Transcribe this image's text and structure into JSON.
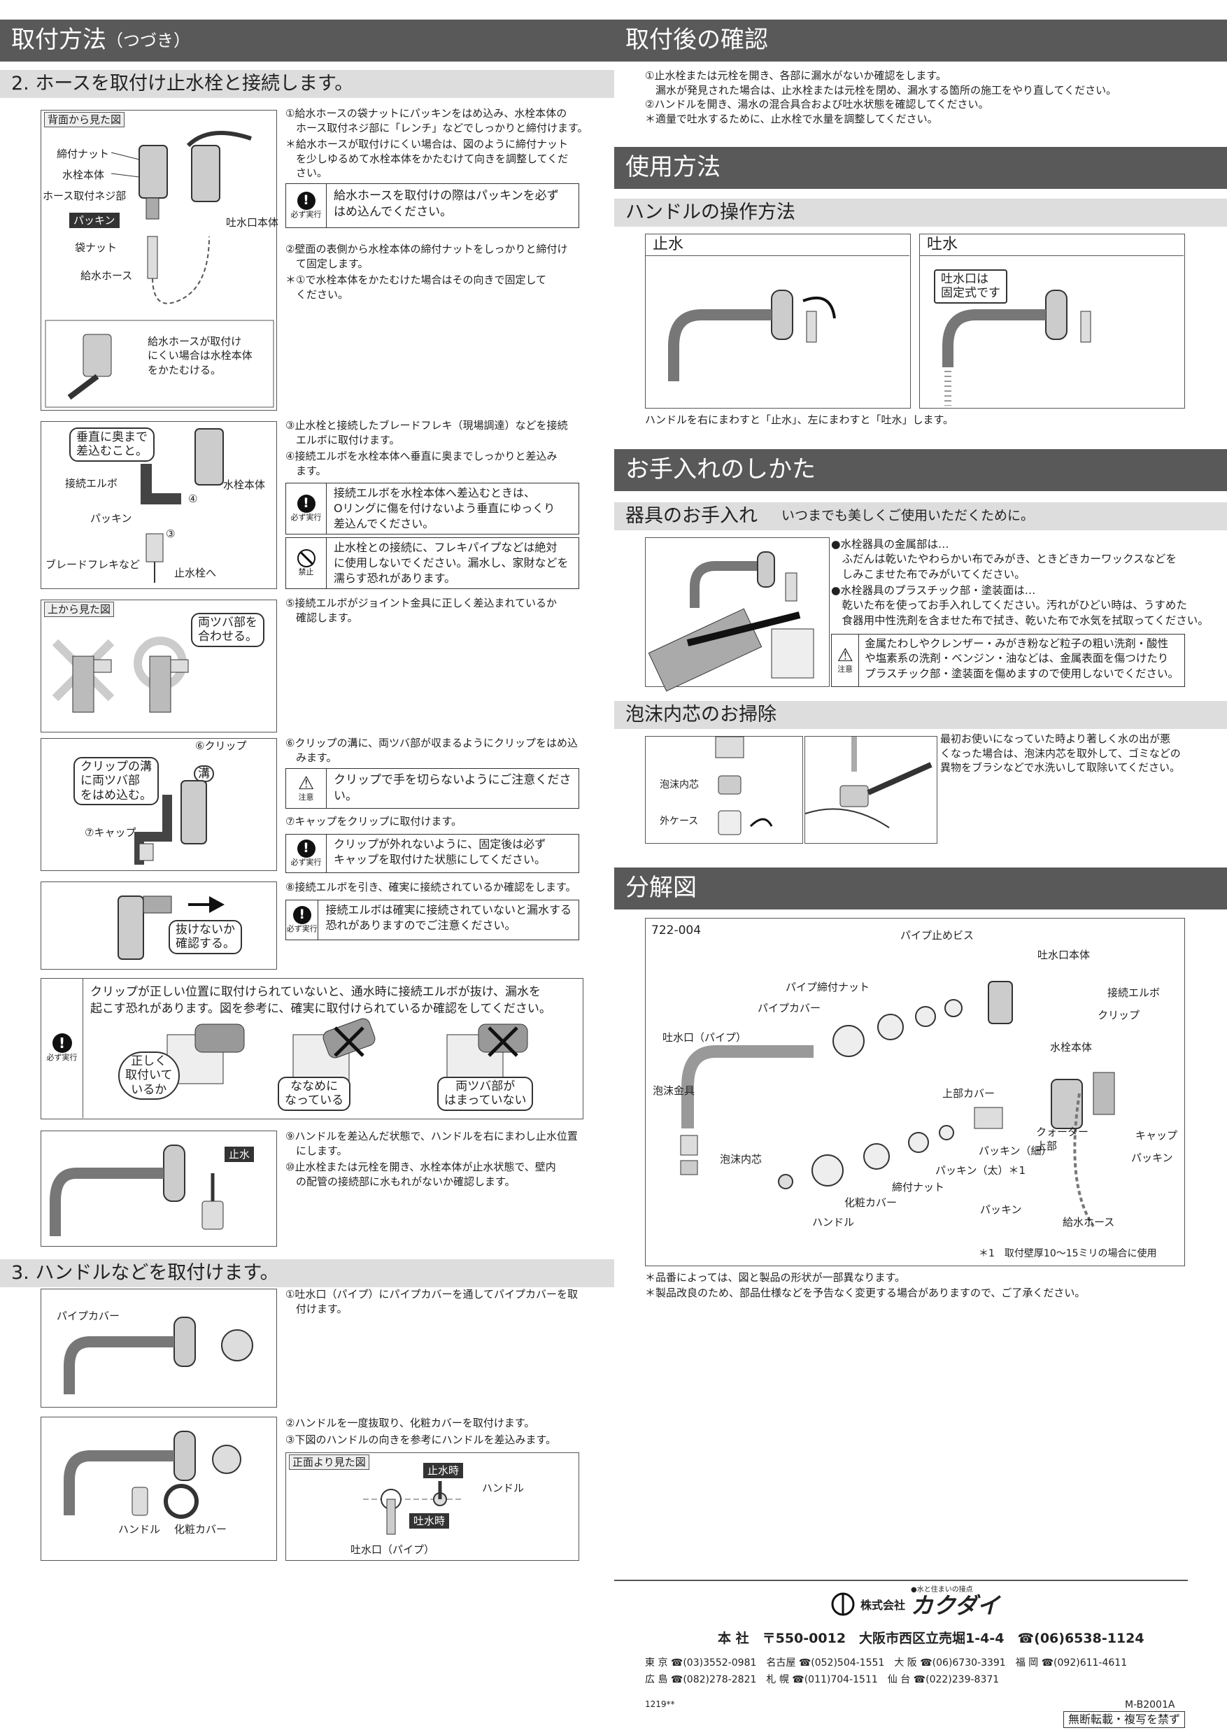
{
  "left": {
    "header_main": "取付方法",
    "header_sub": "（つづき）",
    "s2_title": "2. ホースを取付け止水栓と接続します。",
    "p1": {
      "head": "背面から見た図",
      "labels": [
        "締付ナット",
        "水栓本体",
        "ホース取付ネジ部",
        "袋ナット",
        "給水ホース",
        "吐水口本体"
      ],
      "tag": "パッキン",
      "inset": "給水ホースが取付け\nにくい場合は水栓本体\nをかたむける。",
      "t1": "①給水ホースの袋ナットにパッキンをはめ込み、水栓本体の\n　ホース取付ネジ部に「レンチ」などでしっかりと締付けます。",
      "t2": "＊給水ホースが取付けにくい場合は、図のように締付ナット\n　を少しゆるめて水栓本体をかたむけて向きを調整してくだ\n　さい。",
      "n1_icon": "必ず実行",
      "n1": "給水ホースを取付けの際はパッキンを必ず\nはめ込んでください。",
      "t3": "②壁面の表側から水栓本体の締付ナットをしっかりと締付け\n　て固定します。",
      "t4": "＊①で水栓本体をかたむけた場合はその向きで固定して\n　ください。"
    },
    "p2": {
      "bubble": "垂直に奥まで\n差込むこと。",
      "labels": [
        "接続エルボ",
        "水栓本体",
        "パッキン",
        "ブレードフレキなど",
        "止水栓へ",
        "③",
        "④"
      ],
      "t1": "③止水栓と接続したブレードフレキ（現場調達）などを接続\n　エルボに取付けます。",
      "t2": "④接続エルボを水栓本体へ垂直に奥までしっかりと差込み\n　ます。",
      "n1_icon": "必ず実行",
      "n1": "接続エルボを水栓本体へ差込むときは、\nOリングに傷を付けないよう垂直にゆっくり\n差込んでください。",
      "n2_icon": "禁止",
      "n2": "止水栓との接続に、フレキパイプなどは絶対\nに使用しないでください。漏水し、家財などを\n濡らす恐れがあります。"
    },
    "p3": {
      "head": "上から見た図",
      "bubble": "両ツバ部を\n合わせる。",
      "t1": "⑤接続エルボがジョイント金具に正しく差込まれているか\n　確認します。"
    },
    "p4": {
      "labels": [
        "⑥クリップ",
        "溝",
        "⑦キャップ"
      ],
      "bubble": "クリップの溝\nに両ツバ部\nをはめ込む。",
      "t1": "⑥クリップの溝に、両ツバ部が収まるようにクリップをはめ込\n　みます。",
      "n1_icon": "注意",
      "n1": "クリップで手を切らないようにご注意ください。",
      "t2": "⑦キャップをクリップに取付けます。",
      "n2_icon": "必ず実行",
      "n2": "クリップが外れないように、固定後は必ず\nキャップを取付けた状態にしてください。"
    },
    "p5": {
      "bubble": "抜けないか\n確認する。",
      "t1": "⑧接続エルボを引き、確実に接続されているか確認をします。",
      "n1_icon": "必ず実行",
      "n1": "接続エルボは確実に接続されていないと漏水する\n恐れがありますのでご注意ください。"
    },
    "p6": {
      "icon": "必ず実行",
      "text": "クリップが正しい位置に取付けられていないと、通水時に接続エルボが抜け、漏水を\n起こす恐れがあります。図を参考に、確実に取付けられているか確認をしてください。",
      "c1": "正しく\n取付いて\nいるか",
      "c2": "ななめに\nなっている",
      "c3": "両ツバ部が\nはまっていない"
    },
    "p7": {
      "tag": "止水",
      "t1": "⑨ハンドルを差込んだ状態で、ハンドルを右にまわし止水位置\n　にします。",
      "t2": "⑩止水栓または元栓を開き、水栓本体が止水状態で、壁内\n　の配管の接続部に水もれがないか確認します。"
    },
    "s3_title": "3. ハンドルなどを取付けます。",
    "p8": {
      "label": "パイプカバー",
      "t1": "①吐水口（パイプ）にパイプカバーを通してパイプカバーを取\n　付けます。"
    },
    "p9": {
      "labels": [
        "ハンドル",
        "化粧カバー"
      ],
      "t1": "②ハンドルを一度抜取り、化粧カバーを取付けます。",
      "t2": "③下図のハンドルの向きを参考にハンドルを差込みます。",
      "front_head": "正面より見た図",
      "tag_stop": "止水時",
      "tag_flow": "吐水時",
      "handle": "ハンドル",
      "spout": "吐水口（パイプ）"
    }
  },
  "right": {
    "confirm_title": "取付後の確認",
    "confirm_text": "①止水栓または元栓を開き、各部に漏水がないか確認をします。\n　漏水が発見された場合は、止水栓または元栓を閉め、漏水する箇所の施工をやり直してください。\n②ハンドルを開き、湯水の混合具合および吐水状態を確認してください。\n＊適量で吐水するために、止水栓で水量を調整してください。",
    "usage_title": "使用方法",
    "handle_sub": "ハンドルの操作方法",
    "stop_label": "止水",
    "flow_label": "吐水",
    "fixed_bubble": "吐水口は\n固定式です",
    "usage_caption": "ハンドルを右にまわすと「止水」、左にまわすと「吐水」します。",
    "care_title": "お手入れのしかた",
    "care_sub": "器具のお手入れ",
    "care_sub2": "いつまでも美しくご使用いただくために。",
    "care_metal": "●水栓器具の金属部は…\n　ふだんは乾いたやわらかい布でみがき、ときどきカーワックスなどを\n　しみこませた布でみがいてください。",
    "care_plastic": "●水栓器具のプラスチック部・塗装面は…\n　乾いた布を使ってお手入れしてください。汚れがひどい時は、うすめた\n　食器用中性洗剤を含ませた布で拭き、乾いた布で水気を拭取ってください。",
    "care_note_icon": "注意",
    "care_note": "金属たわしやクレンザー・みがき粉など粒子の粗い洗剤・酸性\nや塩素系の洗剤・ベンジン・油などは、金属表面を傷つけたり\nプラスチック部・塗装面を傷めますので使用しないでください。",
    "aerator_sub": "泡沫内芯のお掃除",
    "aerator_labels": [
      "泡沫内芯",
      "外ケース"
    ],
    "aerator_text": "最初お使いになっていた時より著しく水の出が悪\nくなった場合は、泡沫内芯を取外して、ゴミなどの\n異物をブラシなどで水洗いして取除いてください。",
    "exploded_title": "分解図",
    "model": "722-004",
    "parts": [
      "パイプ止めビス",
      "吐水口本体",
      "パイプ締付ナット",
      "パイプカバー",
      "吐水口（パイプ）",
      "接続エルボ",
      "クリップ",
      "水栓本体",
      "泡沫金具",
      "上部カバー",
      "泡沫内芯",
      "パッキン（細）",
      "クォーター\n上部",
      "キャップ",
      "パッキン",
      "パッキン（太）＊1",
      "締付ナット",
      "化粧カバー",
      "ハンドル",
      "パッキン",
      "給水ホース"
    ],
    "footnote1": "＊1　取付壁厚10～15ミリの場合に使用",
    "note1": "＊品番によっては、図と製品の形状が一部異なります。",
    "note2": "＊製品改良のため、部品仕様などを予告なく変更する場合がありますので、ご了承ください。",
    "company_tagline": "●水と住まいの接点",
    "company_prefix": "株式会社",
    "company_name": "カクダイ",
    "hq": "本 社　〒550-0012　大阪市西区立売堀1-4-4　☎(06)6538-1124",
    "branches1": "東 京 ☎(03)3552-0981　名古屋 ☎(052)504-1551　大 阪 ☎(06)6730-3391　福 岡 ☎(092)611-4611",
    "branches2": "広 島 ☎(082)278-2821　札 幌 ☎(011)704-1511　仙 台 ☎(022)239-8371",
    "code": "1219**",
    "doc_no": "M-B2001A",
    "copyright": "無断転載・複写を禁ず"
  }
}
